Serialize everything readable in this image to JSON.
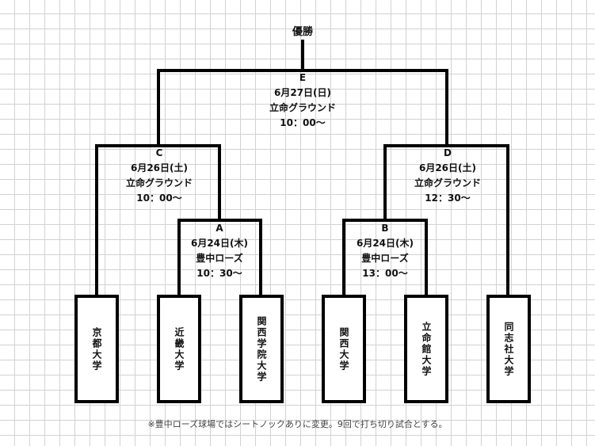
{
  "champion_label": "優勝",
  "matches": {
    "E": {
      "id": "E",
      "date": "6月27日(日)",
      "venue": "立命グラウンド",
      "time": "10：00〜"
    },
    "C": {
      "id": "C",
      "date": "6月26日(土)",
      "venue": "立命グラウンド",
      "time": "10：00〜"
    },
    "D": {
      "id": "D",
      "date": "6月26日(土)",
      "venue": "立命グラウンド",
      "time": "12：30〜"
    },
    "A": {
      "id": "A",
      "date": "6月24日(木)",
      "venue": "豊中ローズ",
      "time": "10：30〜"
    },
    "B": {
      "id": "B",
      "date": "6月24日(木)",
      "venue": "豊中ローズ",
      "time": "13：00〜"
    }
  },
  "teams": [
    "京都大学",
    "近畿大学",
    "関西学院大学",
    "関西大学",
    "立命館大学",
    "同志社大学"
  ],
  "footnote": "※豊中ローズ球場ではシートノックありに変更。9回で打ち切り試合とする。"
}
